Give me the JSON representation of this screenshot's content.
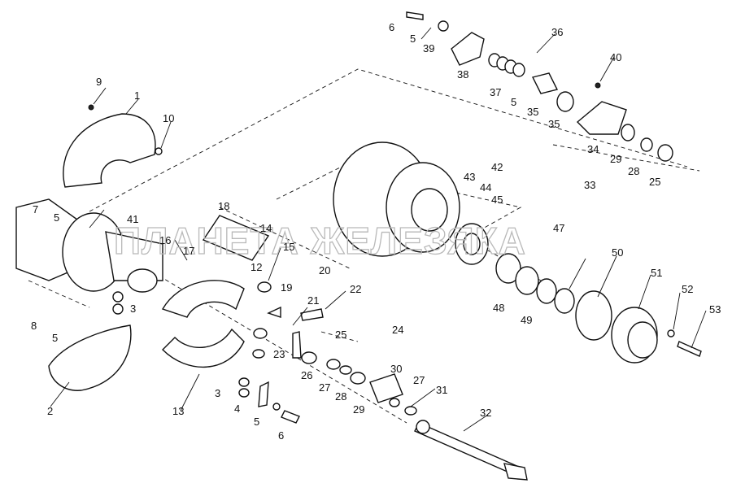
{
  "watermark": "ПЛАНЕТА ЖЕЛЕЗЯКА",
  "callouts": [
    "6",
    "5",
    "39",
    "36",
    "40",
    "38",
    "37",
    "5",
    "35",
    "35",
    "34",
    "29",
    "28",
    "25",
    "33",
    "9",
    "1",
    "10",
    "43",
    "42",
    "44",
    "45",
    "47",
    "50",
    "51",
    "52",
    "53",
    "18",
    "14",
    "7",
    "5",
    "41",
    "16",
    "17",
    "15",
    "12",
    "20",
    "19",
    "21",
    "22",
    "3",
    "25",
    "24",
    "48",
    "49",
    "8",
    "5",
    "2",
    "13",
    "23",
    "26",
    "27",
    "28",
    "29",
    "30",
    "27",
    "31",
    "3",
    "4",
    "5",
    "6",
    "32"
  ]
}
